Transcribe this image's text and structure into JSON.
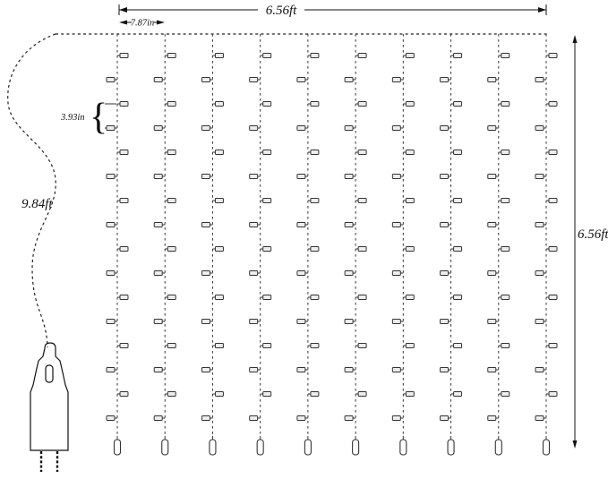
{
  "diagram": {
    "labels": {
      "top_width": "6.56ft",
      "strand_spacing": "7.87in",
      "bulb_spacing": "3.93in",
      "lead_wire_length": "9.84ft",
      "drop_height": "6.56ft"
    },
    "structure": {
      "strand_count": 10,
      "bulb_rows_per_strand": 16,
      "line_color": "#1a1a1a",
      "bulb_fill": "#ededed",
      "background": "#ffffff"
    }
  }
}
